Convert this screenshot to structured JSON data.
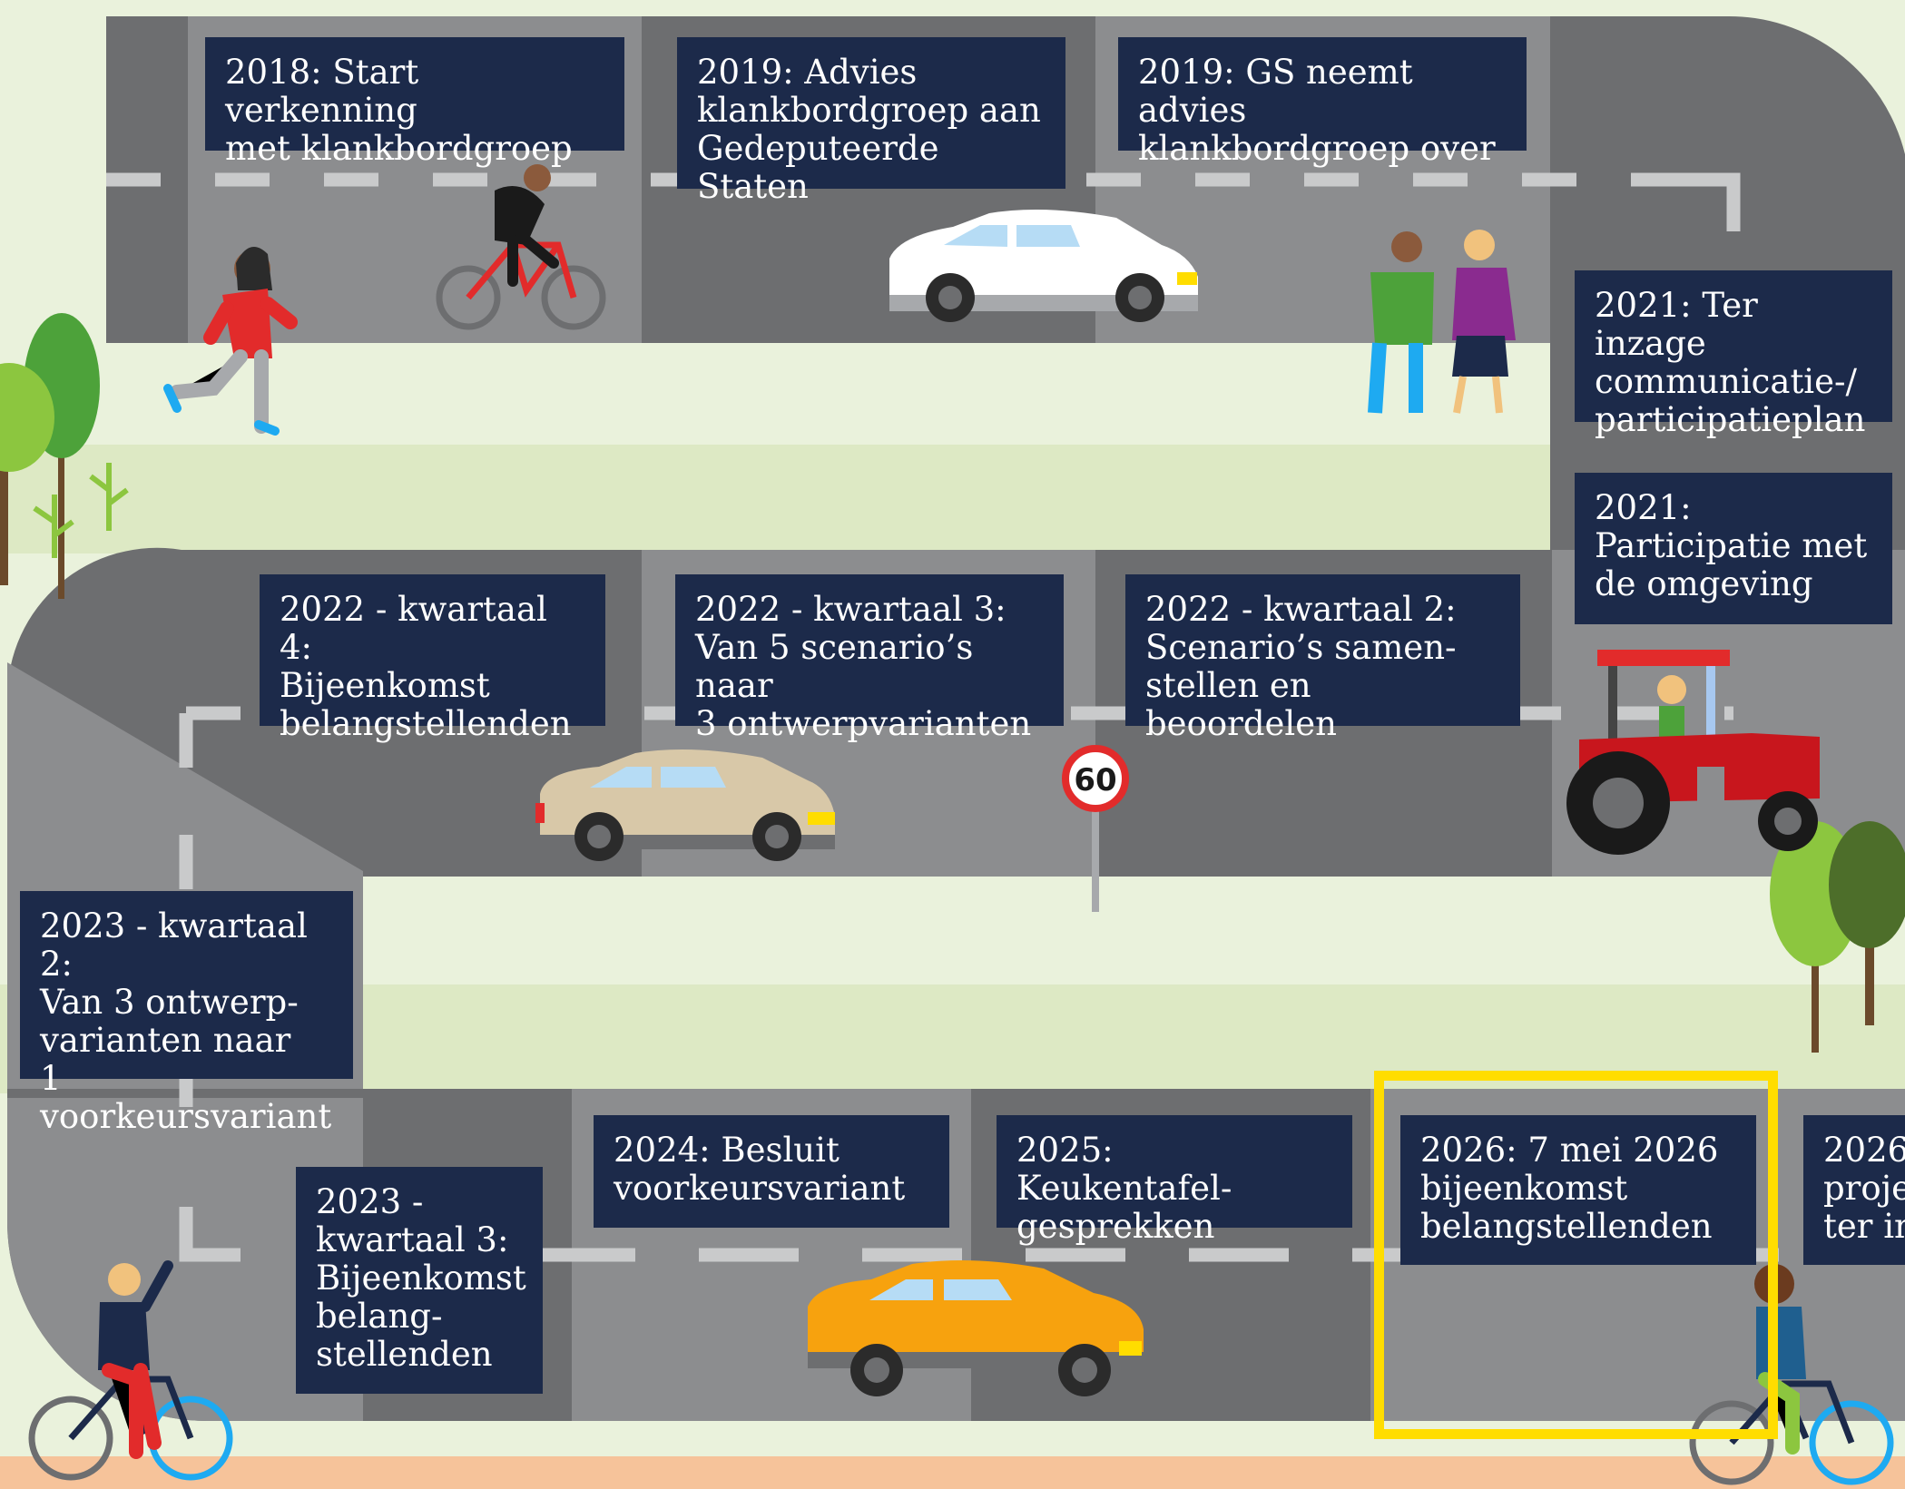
{
  "milestones": {
    "m2018_start": "2018: Start verkenning\nmet klankbordgroep",
    "m2019_advies": "2019: Advies\nklankbordgroep aan\nGedeputeerde Staten",
    "m2019_gs": "2019: GS neemt advies\nklankbordgroep over",
    "m2021_ter_inzage": "2021: Ter inzage\ncommunicatie-/\nparticipatieplan",
    "m2021_participatie": "2021:\nParticipatie met\nde omgeving",
    "m2022_k4": "2022 - kwartaal 4:\nBijeenkomst\nbelangstellenden",
    "m2022_k3": "2022 - kwartaal 3:\nVan 5 scenario’s naar\n3 ontwerpvarianten",
    "m2022_k2": "2022 - kwartaal 2:\nScenario’s samen-\nstellen en beoordelen",
    "m2023_k2": "2023 - kwartaal 2:\nVan 3 ontwerp-\nvarianten naar\n1 voorkeursvariant",
    "m2023_k3": "2023 -\nkwartaal 3:\nBijeenkomst\nbelang-\nstellenden",
    "m2024": "2024: Besluit\nvoorkeursvariant",
    "m2025": "2025: Keukentafel-\ngesprekken",
    "m2026_mei": "2026: 7 mei 2026\nbijeenkomst\nbelangstellenden",
    "m2026_cut": "2026:\nproje\nter in"
  },
  "speed_sign": "60",
  "colors": {
    "road_dark": "#6d6e70",
    "road_light": "#8c8d8f",
    "label_bg": "#1c2a4a",
    "highlight": "#ffdd00",
    "grass": "#e8f0d6"
  }
}
